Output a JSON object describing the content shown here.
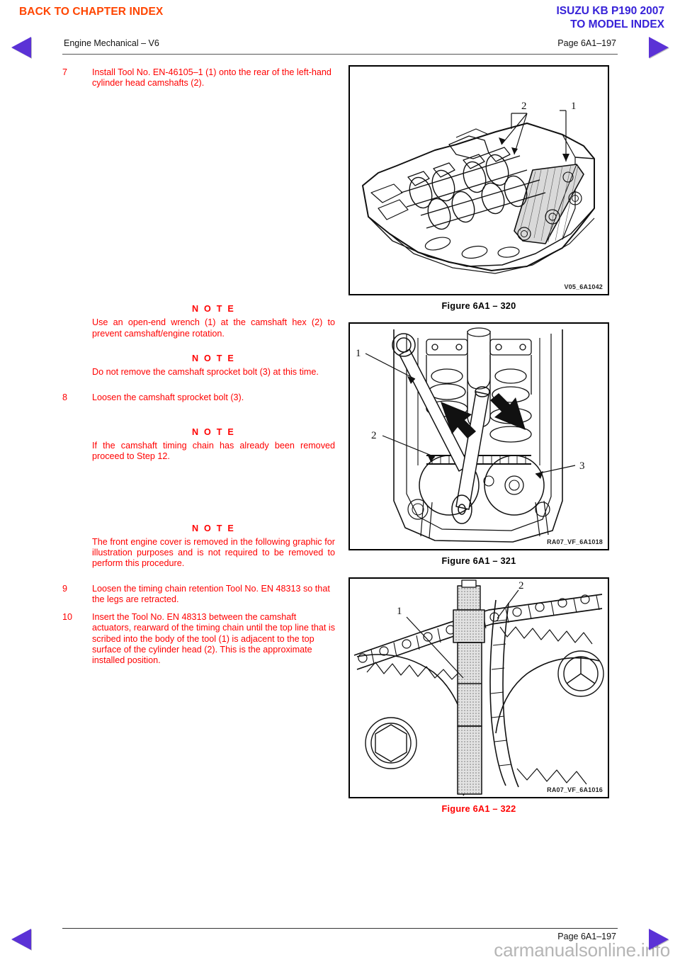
{
  "nav": {
    "back_to_chapter_index": "BACK TO CHAPTER INDEX",
    "model_line1": "ISUZU KB P190 2007",
    "model_line2": "TO MODEL INDEX",
    "prev_arrow": "previous-page-arrow",
    "next_arrow": "next-page-arrow"
  },
  "header": {
    "section_title": "Engine Mechanical – V6",
    "page_label": "Page 6A1–197"
  },
  "content": {
    "step7": {
      "num": "7",
      "text": "Install Tool No. EN-46105–1 (1) onto the rear of the left-hand cylinder head camshafts (2)."
    },
    "note1": {
      "title": "N O T E",
      "body": "Use an open-end wrench (1) at the camshaft hex (2) to prevent camshaft/engine rotation."
    },
    "note2": {
      "title": "N O T E",
      "body": "Do not remove the camshaft sprocket bolt (3) at this time."
    },
    "step8": {
      "num": "8",
      "text": "Loosen the camshaft sprocket bolt (3)."
    },
    "note3": {
      "title": "N O T E",
      "body": "If the camshaft timing chain has already been removed proceed to Step 12."
    },
    "note4": {
      "title": "N O T E",
      "body": "The front engine cover is removed in the following graphic for illustration purposes and is not required to be removed to perform this procedure."
    },
    "step9": {
      "num": "9",
      "text": "Loosen the timing chain retention Tool No. EN 48313 so that the legs are retracted."
    },
    "step10": {
      "num": "10",
      "text": "Insert the Tool No. EN 48313 between the camshaft actuators, rearward of the timing chain until the top line that is scribed into the body of the tool (1) is adjacent to the top surface of the cylinder head (2). This is the approximate installed position."
    }
  },
  "figures": [
    {
      "id": "figure-6a1-320",
      "caption": "Figure 6A1 – 320",
      "image_code": "V05_6A1042",
      "callouts": [
        "2",
        "1"
      ],
      "subject": "cylinder-head-camshaft-assembly"
    },
    {
      "id": "figure-6a1-321",
      "caption": "Figure 6A1 – 321",
      "image_code": "RA07_VF_6A1018",
      "callouts": [
        "1",
        "2",
        "3"
      ],
      "subject": "camshaft-sprocket-open-end-wrench"
    },
    {
      "id": "figure-6a1-322",
      "caption": "Figure 6A1 – 322",
      "image_code": "RA07_VF_6A1016",
      "callouts": [
        "2",
        "1"
      ],
      "subject": "timing-chain-retention-tool"
    }
  ],
  "footer": {
    "page_label": "Page 6A1–197",
    "watermark": "carmanualsonline.info"
  },
  "colors": {
    "accent_red": "#ff0000",
    "nav_orange": "#ff4500",
    "nav_blue": "#3722d8",
    "arrow_purple": "#5b32d6",
    "watermark_gray": "#b5b5b5"
  }
}
